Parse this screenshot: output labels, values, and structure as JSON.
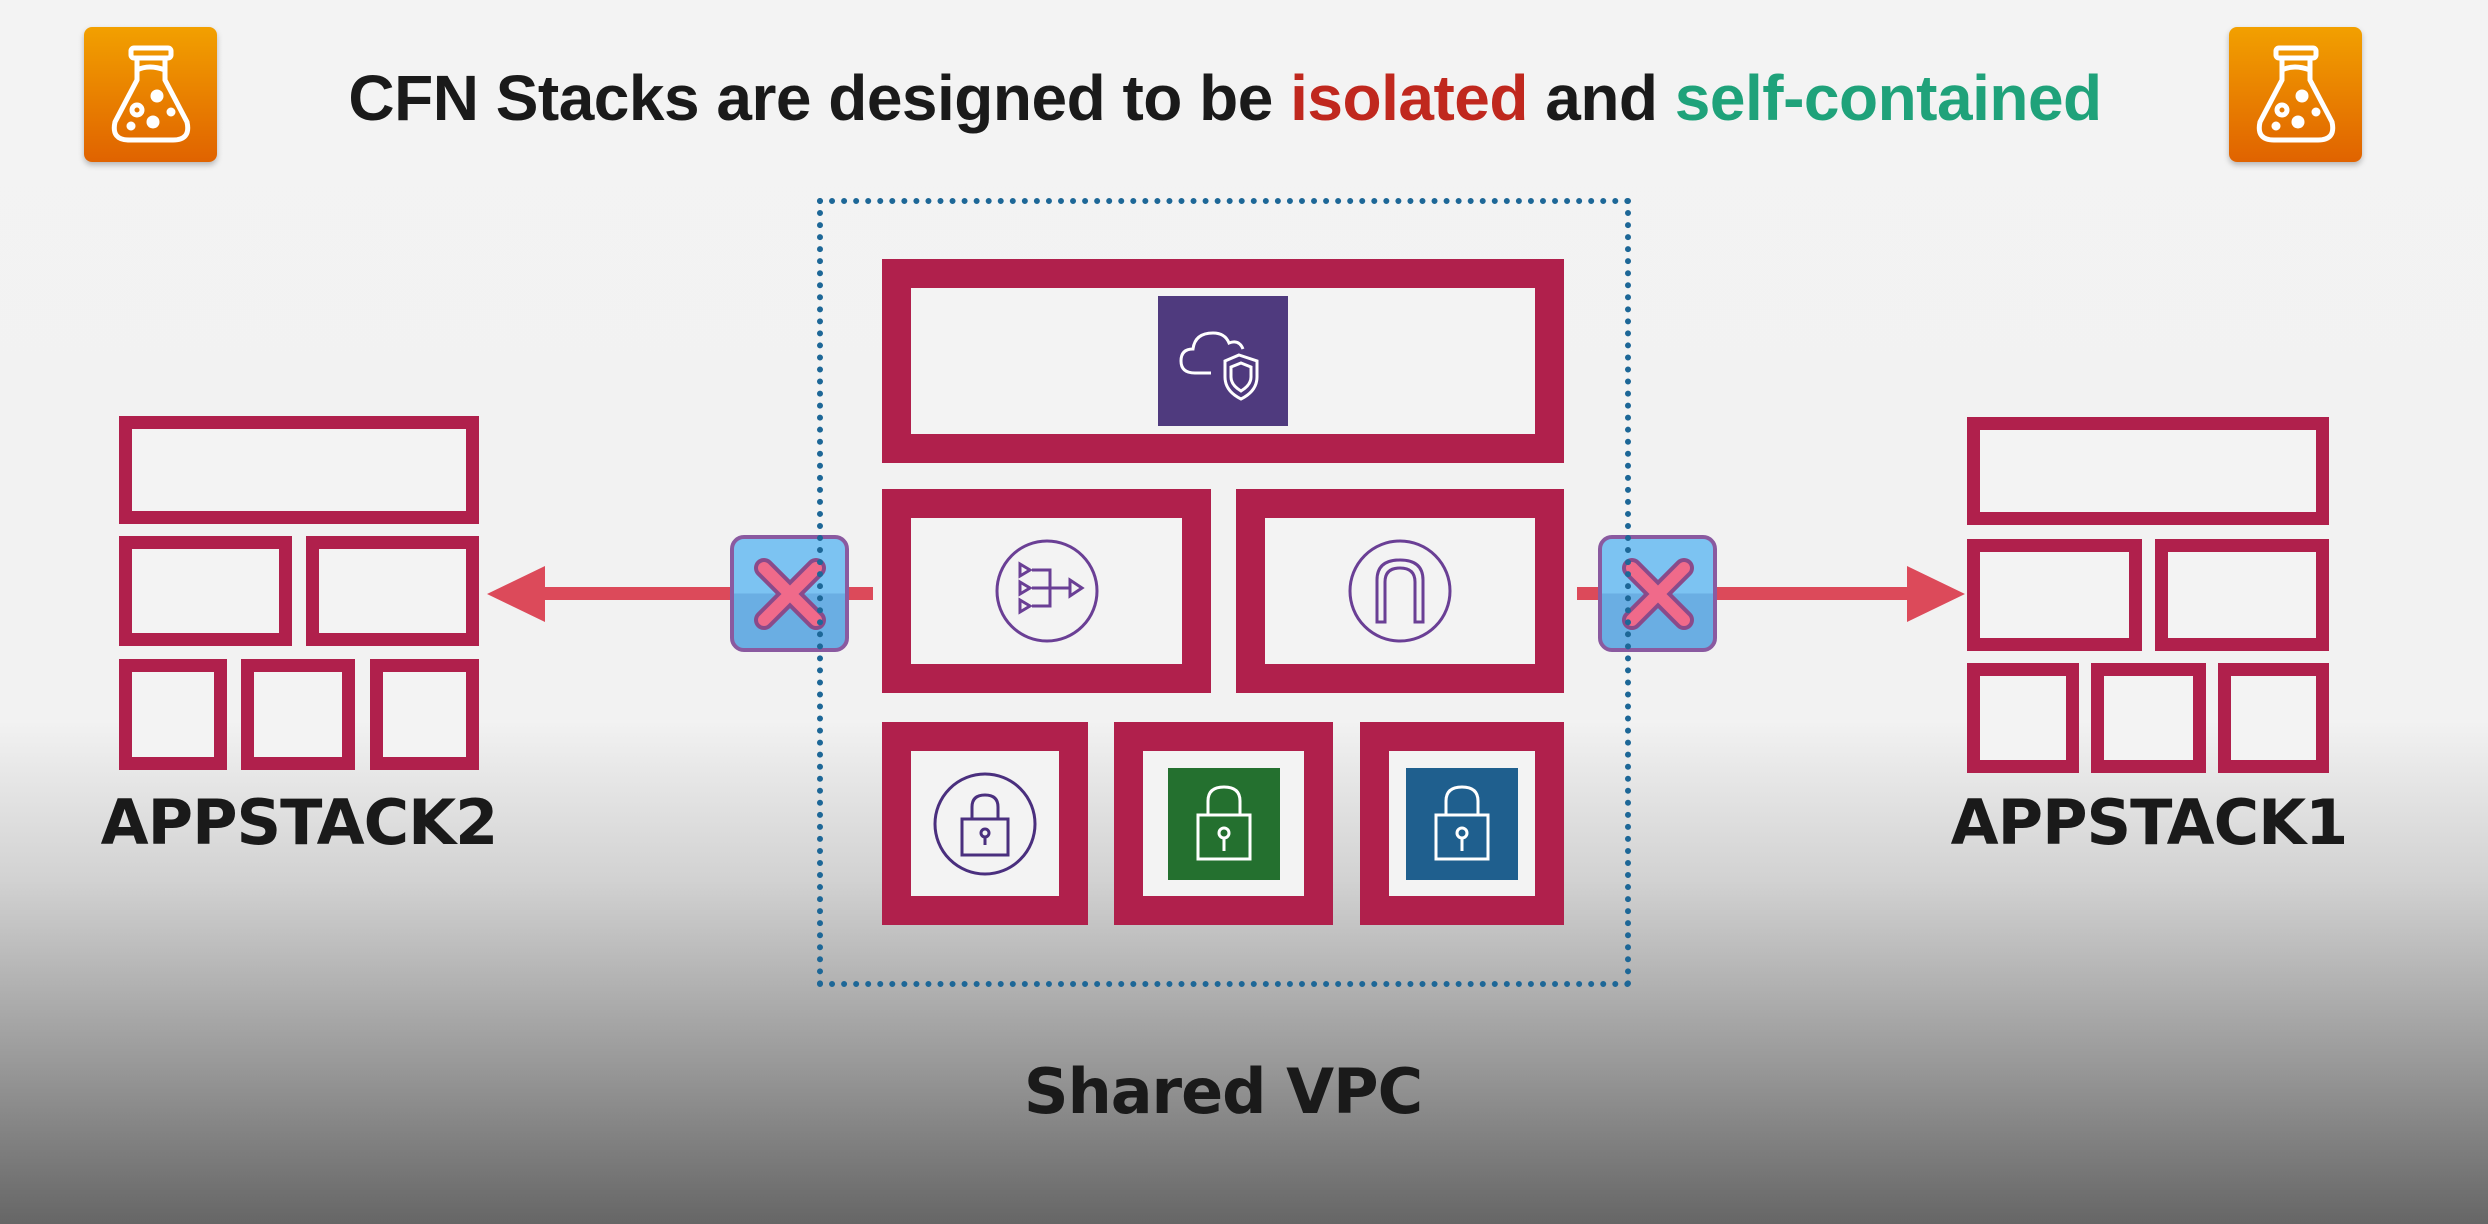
{
  "title": {
    "part1": "CFN Stacks are designed to be ",
    "isolated": "isolated",
    "part2": " and ",
    "self_contained": "self-contained"
  },
  "colors": {
    "isolated": "#c0281e",
    "self_contained": "#1fa27a",
    "stack_border": "#b0204c",
    "arrow": "#dc4a5a",
    "vpc_border": "#1d6797"
  },
  "icons": [
    "flask-icon",
    "cloud-shield-icon",
    "nat-gateway-icon",
    "internet-gateway-icon",
    "lock-circle-icon",
    "lock-green-icon",
    "lock-blue-icon",
    "blocked-x-icon"
  ],
  "left_stack": {
    "label": "APPSTACK2"
  },
  "right_stack": {
    "label": "APPSTACK1"
  },
  "center": {
    "label": "Shared VPC"
  }
}
